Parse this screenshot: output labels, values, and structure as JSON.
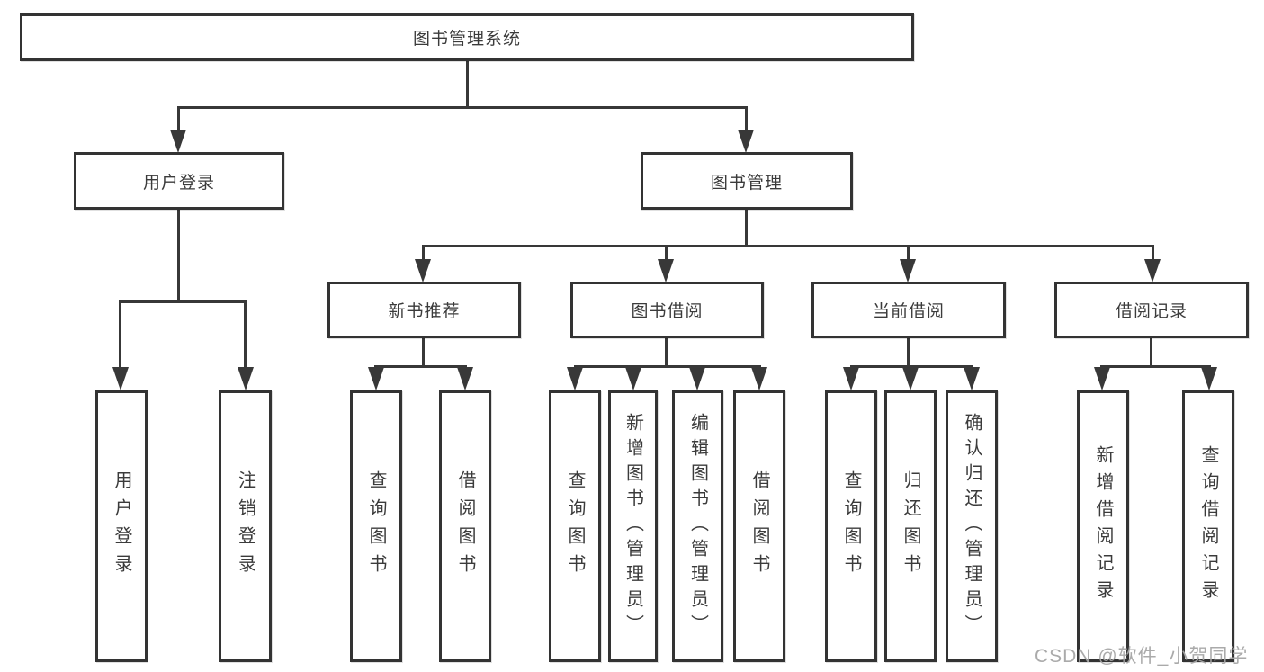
{
  "diagram": {
    "root": {
      "label": "图书管理系统"
    },
    "level2": [
      {
        "label": "用户登录"
      },
      {
        "label": "图书管理"
      }
    ],
    "level3": [
      {
        "label": "新书推荐"
      },
      {
        "label": "图书借阅"
      },
      {
        "label": "当前借阅"
      },
      {
        "label": "借阅记录"
      }
    ],
    "leaves": [
      [
        "用户登录",
        "注销登录"
      ],
      [
        "查询图书",
        "借阅图书"
      ],
      [
        "查询图书",
        "新增图书（管理员）",
        "编辑图书（管理员）",
        "借阅图书"
      ],
      [
        "查询图书",
        "归还图书",
        "确认归还（管理员）"
      ],
      [
        "新增借阅记录",
        "查询借阅记录"
      ]
    ]
  },
  "watermark": "CSDN @软件_小贺同学",
  "colors": {
    "line": "#383838",
    "border": "#333333",
    "text": "#3b3b3b",
    "watermark": "#a5a5a5",
    "background": "#ffffff"
  }
}
